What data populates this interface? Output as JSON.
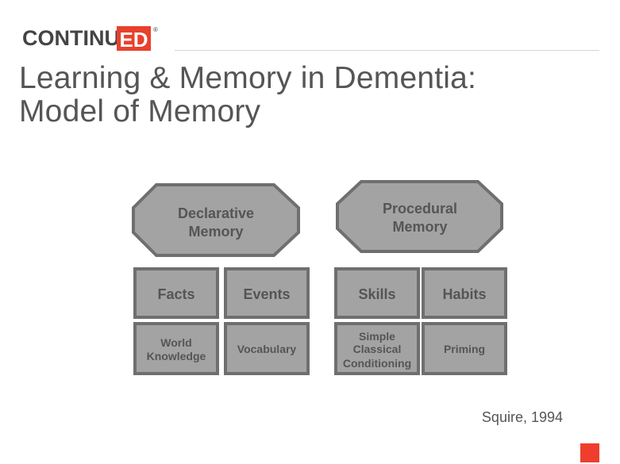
{
  "slide": {
    "title_line1": "Learning & Memory in Dementia:",
    "title_line2": "Model of Memory",
    "citation": "Squire, 1994"
  },
  "logo": {
    "text_dark": "CONTINU",
    "text_badge": "ED",
    "mark": "®",
    "badge_color": "#e8412c",
    "text_color": "#444444"
  },
  "diagram": {
    "declarative": {
      "line1": "Declarative",
      "line2": "Memory",
      "children": [
        {
          "lines": [
            "Facts"
          ]
        },
        {
          "lines": [
            "Events"
          ]
        }
      ],
      "subchildren": [
        {
          "lines": [
            "World",
            "Knowledge"
          ]
        },
        {
          "lines": [
            "Vocabulary"
          ]
        }
      ]
    },
    "procedural": {
      "line1": "Procedural",
      "line2": "Memory",
      "children": [
        {
          "lines": [
            "Skills"
          ]
        },
        {
          "lines": [
            "Habits"
          ]
        }
      ],
      "subchildren": [
        {
          "lines": [
            "Simple",
            "Classical",
            "Conditioning"
          ]
        },
        {
          "lines": [
            "Priming"
          ]
        }
      ]
    },
    "colors": {
      "fill": "#a3a3a3",
      "stroke": "#6f6f6f",
      "text": "#555555"
    }
  },
  "accent_color": "#ef3e2d"
}
